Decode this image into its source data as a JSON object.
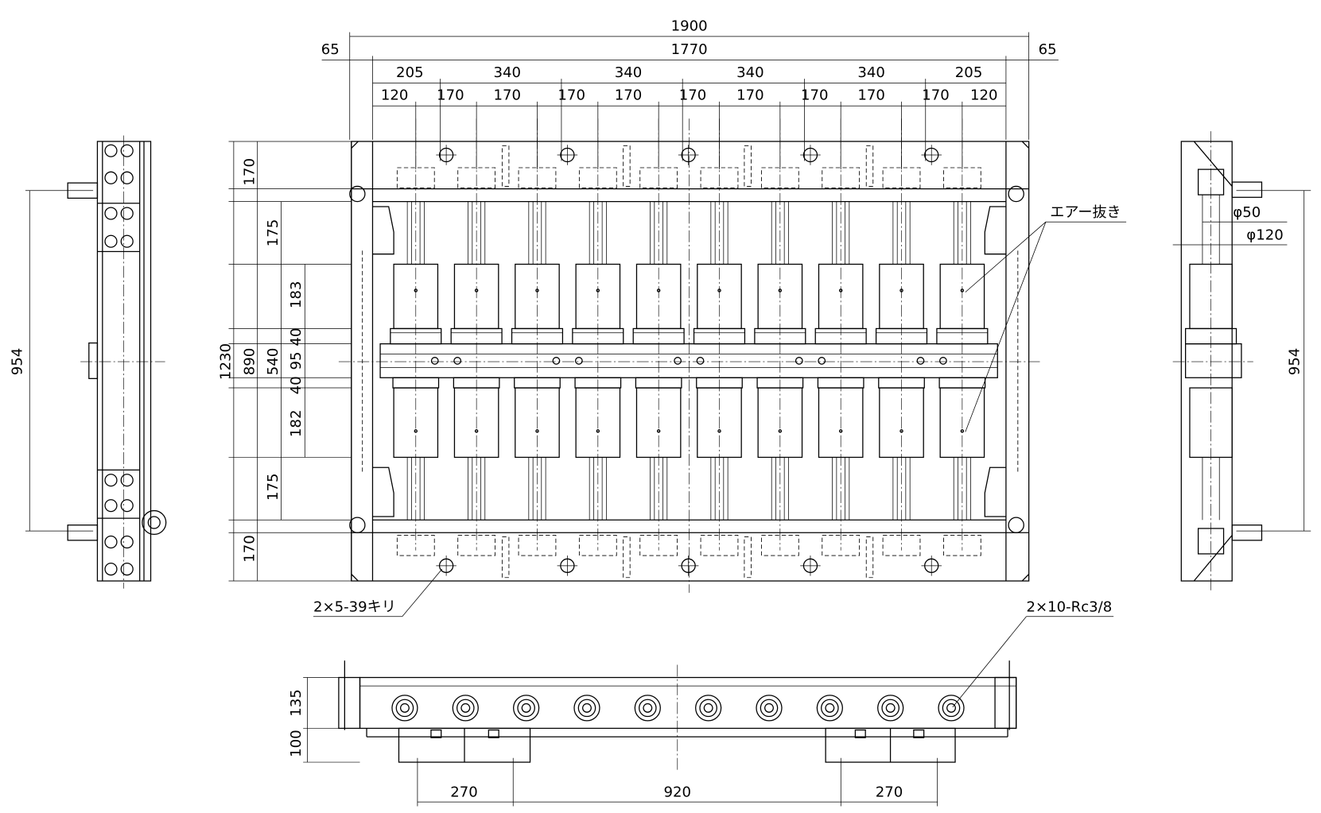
{
  "top_dims": {
    "overall": "1900",
    "inner": "1770",
    "margin_left": "65",
    "margin_right": "65",
    "pitch": [
      "205",
      "340",
      "340",
      "340",
      "340",
      "205"
    ],
    "sub": [
      "120",
      "170",
      "170",
      "170",
      "170",
      "170",
      "170",
      "170",
      "170",
      "170",
      "120"
    ]
  },
  "left_dims": {
    "total": "1230",
    "inner": "890",
    "middle": "540",
    "top_plate": "170",
    "upper_rod": "175",
    "upper_cyl": "183",
    "upper_flange": "40",
    "beam": "95",
    "lower_flange": "40",
    "lower_cyl": "182",
    "lower_rod": "175",
    "bottom_plate": "170"
  },
  "side_dims": {
    "left_span": "954",
    "right_span": "954",
    "rod_dia": "φ50",
    "cyl_dia": "φ120"
  },
  "callouts": {
    "air_vent": "エアー抜き",
    "holes": "2×5-39キリ",
    "ports": "2×10-Rc3/8"
  },
  "bottom_dims": {
    "height_upper": "135",
    "height_lower": "100",
    "foot_left": "270",
    "foot_gap": "920",
    "foot_right": "270"
  },
  "cylinder_count": 10
}
